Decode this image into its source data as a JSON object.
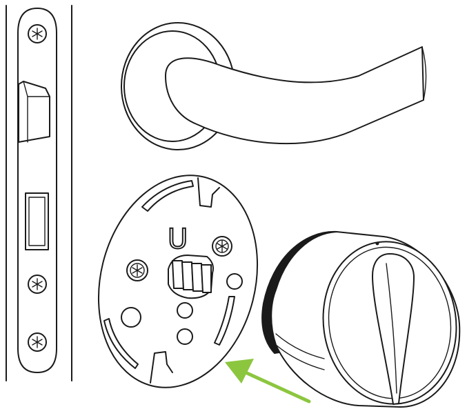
{
  "diagram": {
    "plate_marking": "U",
    "arrow_color": "#8cc63f",
    "line_color": "#1a1a1a",
    "background": "#ffffff",
    "icons": [
      "lock-faceplate",
      "door-handle",
      "mounting-plate",
      "smart-lock-body",
      "install-direction-arrow"
    ]
  }
}
